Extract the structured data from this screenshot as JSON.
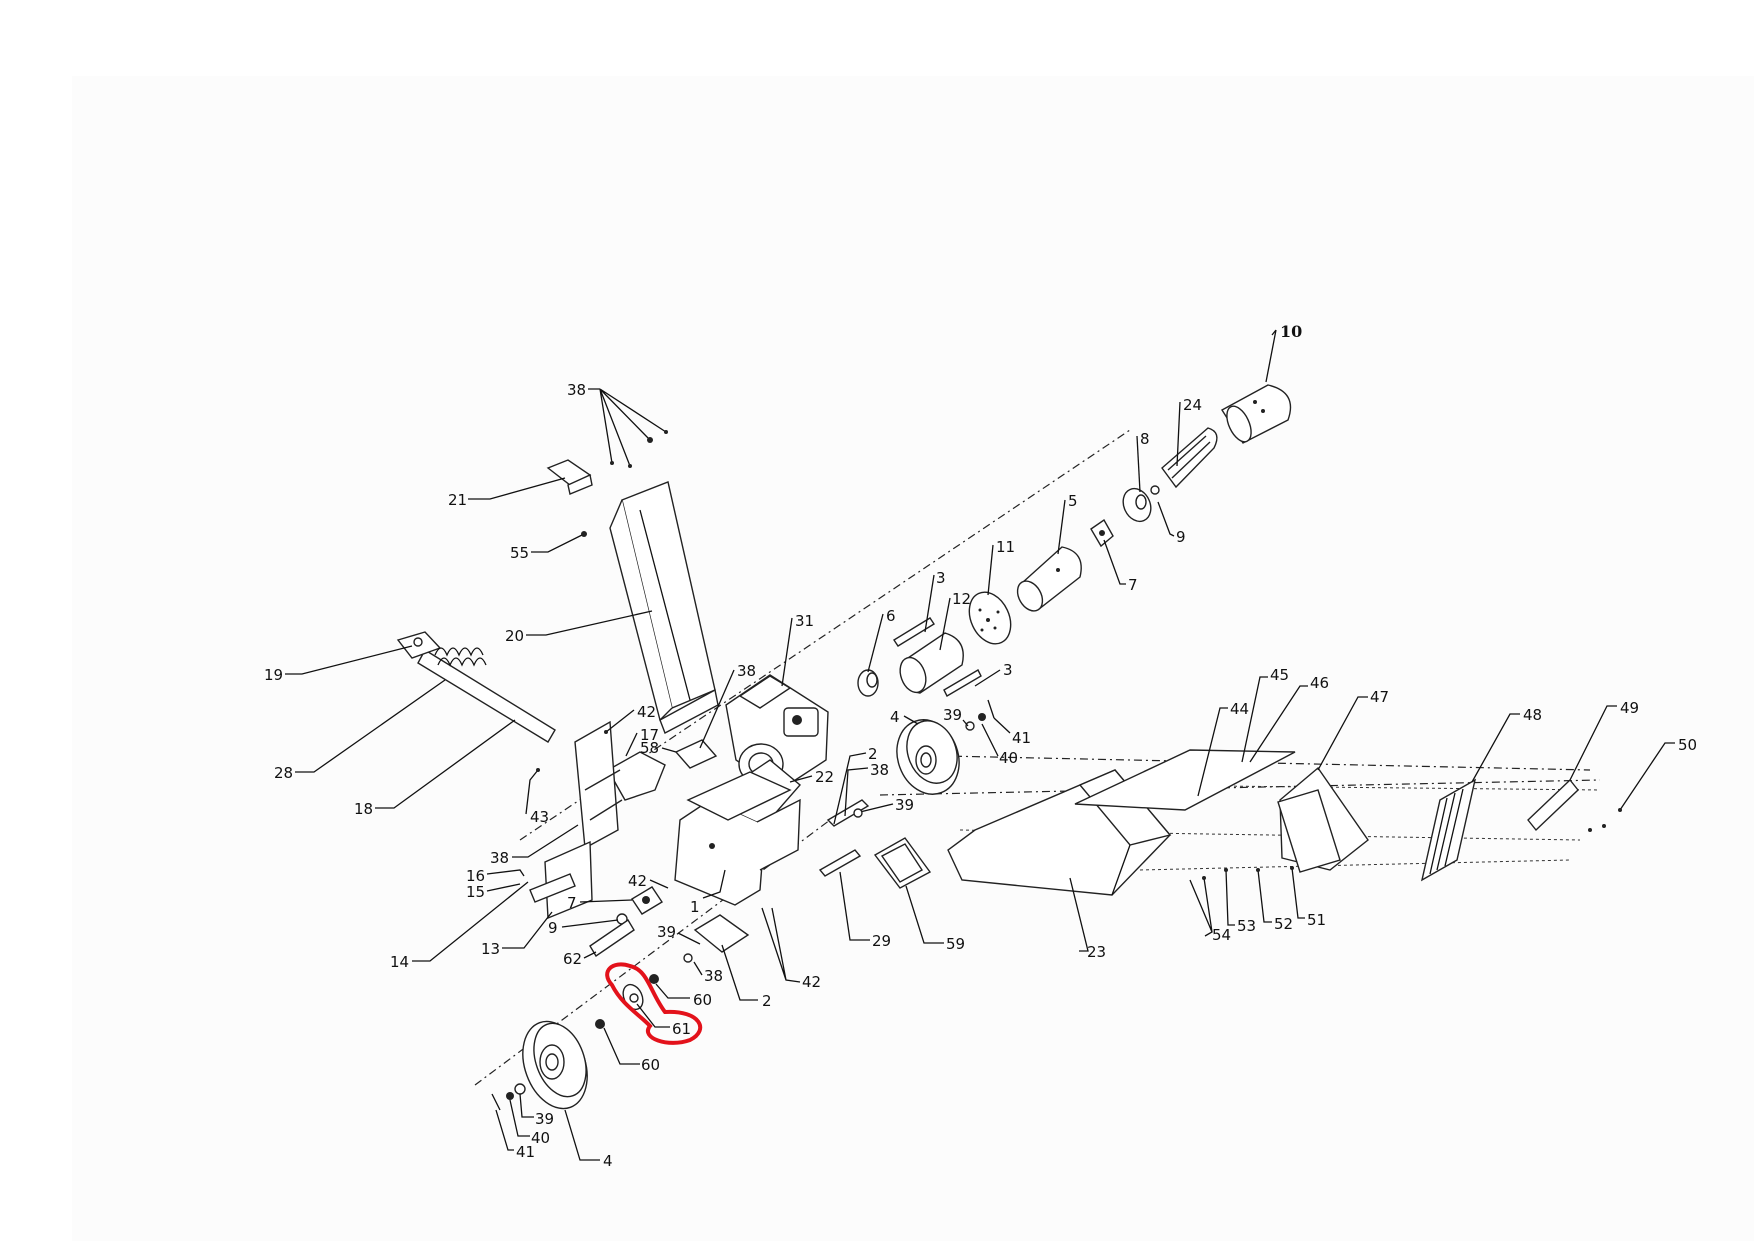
{
  "diagram": {
    "callouts": [
      {
        "id": "c10",
        "text": "10"
      },
      {
        "id": "c24",
        "text": "24"
      },
      {
        "id": "c8",
        "text": "8"
      },
      {
        "id": "c9a",
        "text": "9"
      },
      {
        "id": "c5",
        "text": "5"
      },
      {
        "id": "c7a",
        "text": "7"
      },
      {
        "id": "c11",
        "text": "11"
      },
      {
        "id": "c3a",
        "text": "3"
      },
      {
        "id": "c12",
        "text": "12"
      },
      {
        "id": "c6",
        "text": "6"
      },
      {
        "id": "c31",
        "text": "31"
      },
      {
        "id": "c3b",
        "text": "3"
      },
      {
        "id": "c38a",
        "text": "38"
      },
      {
        "id": "c21",
        "text": "21"
      },
      {
        "id": "c55",
        "text": "55"
      },
      {
        "id": "c20",
        "text": "20"
      },
      {
        "id": "c19",
        "text": "19"
      },
      {
        "id": "c28",
        "text": "28"
      },
      {
        "id": "c18",
        "text": "18"
      },
      {
        "id": "c42a",
        "text": "42"
      },
      {
        "id": "c17",
        "text": "17"
      },
      {
        "id": "c58",
        "text": "58"
      },
      {
        "id": "c38b",
        "text": "38"
      },
      {
        "id": "c22",
        "text": "22"
      },
      {
        "id": "c4a",
        "text": "4"
      },
      {
        "id": "c39a",
        "text": "39"
      },
      {
        "id": "c41a",
        "text": "41"
      },
      {
        "id": "c40a",
        "text": "40"
      },
      {
        "id": "c2a",
        "text": "2"
      },
      {
        "id": "c38c",
        "text": "38"
      },
      {
        "id": "c39b",
        "text": "39"
      },
      {
        "id": "c43",
        "text": "43"
      },
      {
        "id": "c38d",
        "text": "38"
      },
      {
        "id": "c16",
        "text": "16"
      },
      {
        "id": "c15",
        "text": "15"
      },
      {
        "id": "c42b",
        "text": "42"
      },
      {
        "id": "c7b",
        "text": "7"
      },
      {
        "id": "c1",
        "text": "1"
      },
      {
        "id": "c9b",
        "text": "9"
      },
      {
        "id": "c14",
        "text": "14"
      },
      {
        "id": "c13",
        "text": "13"
      },
      {
        "id": "c62",
        "text": "62"
      },
      {
        "id": "c39c",
        "text": "39"
      },
      {
        "id": "c38e",
        "text": "38"
      },
      {
        "id": "c42c",
        "text": "42"
      },
      {
        "id": "c2b",
        "text": "2"
      },
      {
        "id": "c60a",
        "text": "60"
      },
      {
        "id": "c61",
        "text": "61"
      },
      {
        "id": "c60b",
        "text": "60"
      },
      {
        "id": "c39d",
        "text": "39"
      },
      {
        "id": "c40b",
        "text": "40"
      },
      {
        "id": "c41b",
        "text": "41"
      },
      {
        "id": "c4b",
        "text": "4"
      },
      {
        "id": "c29",
        "text": "29"
      },
      {
        "id": "c59",
        "text": "59"
      },
      {
        "id": "c23",
        "text": "23"
      },
      {
        "id": "c44",
        "text": "44"
      },
      {
        "id": "c45",
        "text": "45"
      },
      {
        "id": "c46",
        "text": "46"
      },
      {
        "id": "c47",
        "text": "47"
      },
      {
        "id": "c48",
        "text": "48"
      },
      {
        "id": "c49",
        "text": "49"
      },
      {
        "id": "c50",
        "text": "50"
      },
      {
        "id": "c54",
        "text": "54"
      },
      {
        "id": "c53",
        "text": "53"
      },
      {
        "id": "c52",
        "text": "52"
      },
      {
        "id": "c51",
        "text": "51"
      }
    ],
    "highlight": {
      "part": "61",
      "color": "#e3121b"
    }
  }
}
